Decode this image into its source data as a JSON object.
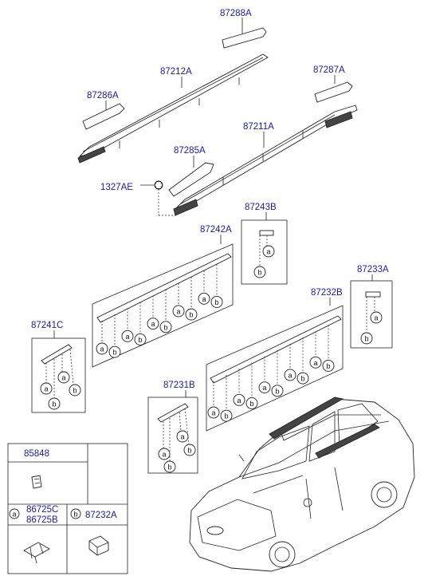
{
  "labels": {
    "p87288A": "87288A",
    "p87212A": "87212A",
    "p87287A": "87287A",
    "p87286A": "87286A",
    "p87211A": "87211A",
    "p87285A": "87285A",
    "p1327AE": "1327AE",
    "p87243B": "87243B",
    "p87242A": "87242A",
    "p87233A": "87233A",
    "p87232B": "87232B",
    "p87241C": "87241C",
    "p87231B": "87231B"
  },
  "legend": {
    "l85848": "85848",
    "a_letter": "a",
    "b_letter": "b",
    "a_part1": "86725C",
    "a_part2": "86725B",
    "b_part": "87232A"
  },
  "callout": {
    "a": "a",
    "b": "b"
  },
  "colors": {
    "part_number": "#1a1aa6",
    "line": "#222222"
  }
}
